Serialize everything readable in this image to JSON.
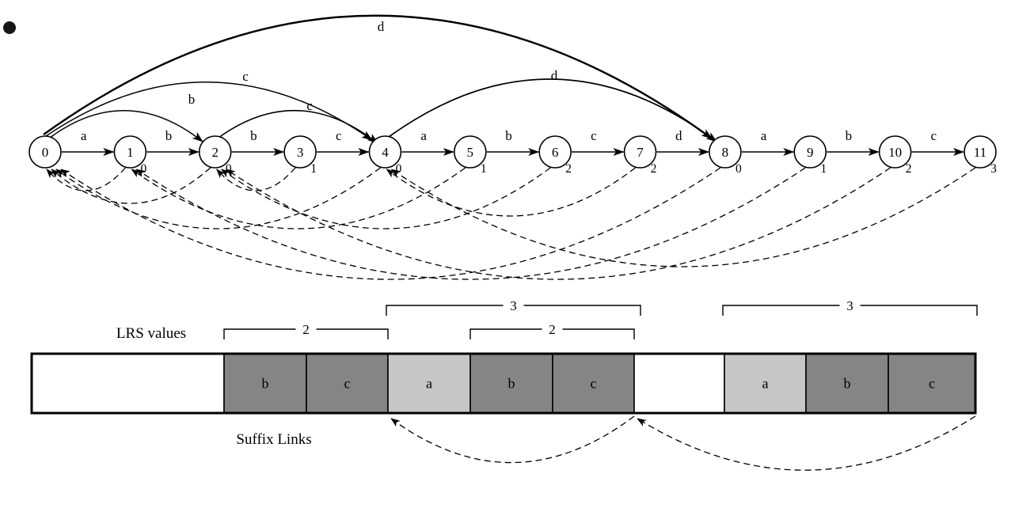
{
  "figure": {
    "type": "factor-oracle-with-suffix-links",
    "colors": {
      "stroke": "#000000",
      "background": "#ffffff",
      "dark_cell": "#858585",
      "light_cell": "#c6c6c6"
    }
  },
  "automaton": {
    "states": [
      "0",
      "1",
      "2",
      "3",
      "4",
      "5",
      "6",
      "7",
      "8",
      "9",
      "10",
      "11"
    ],
    "transitions": [
      "a",
      "b",
      "b",
      "c",
      "a",
      "b",
      "c",
      "d",
      "a",
      "b",
      "c"
    ],
    "lrs_values": [
      "0",
      "0",
      "1",
      "0",
      "1",
      "2",
      "2",
      "0",
      "1",
      "2",
      "3"
    ],
    "external_transitions": [
      {
        "from": 0,
        "to": 2,
        "label": "b"
      },
      {
        "from": 0,
        "to": 4,
        "label": "c"
      },
      {
        "from": 2,
        "to": 4,
        "label": "c"
      },
      {
        "from": 0,
        "to": 8,
        "label": "d"
      },
      {
        "from": 4,
        "to": 8,
        "label": "d"
      }
    ],
    "suffix_links": [
      {
        "from": 1,
        "to": 0
      },
      {
        "from": 2,
        "to": 0
      },
      {
        "from": 3,
        "to": 2
      },
      {
        "from": 4,
        "to": 0
      },
      {
        "from": 5,
        "to": 1
      },
      {
        "from": 6,
        "to": 2
      },
      {
        "from": 7,
        "to": 4
      },
      {
        "from": 8,
        "to": 0
      },
      {
        "from": 9,
        "to": 1
      },
      {
        "from": 10,
        "to": 2
      },
      {
        "from": 11,
        "to": 4
      }
    ]
  },
  "lrs_array": {
    "caption": "LRS values",
    "suffix_links_caption": "Suffix Links",
    "cells": [
      {
        "letter": "",
        "shade": "none"
      },
      {
        "letter": "b",
        "shade": "dark"
      },
      {
        "letter": "c",
        "shade": "dark"
      },
      {
        "letter": "a",
        "shade": "light"
      },
      {
        "letter": "b",
        "shade": "dark"
      },
      {
        "letter": "c",
        "shade": "dark"
      },
      {
        "letter": "",
        "shade": "none"
      },
      {
        "letter": "a",
        "shade": "light"
      },
      {
        "letter": "b",
        "shade": "dark"
      },
      {
        "letter": "c",
        "shade": "dark"
      }
    ],
    "brackets": [
      {
        "label": "2",
        "start": 1,
        "end": 2,
        "level": "low"
      },
      {
        "label": "3",
        "start": 3,
        "end": 5,
        "level": "high"
      },
      {
        "label": "2",
        "start": 4,
        "end": 5,
        "level": "low"
      },
      {
        "label": "3",
        "start": 7,
        "end": 9,
        "level": "high"
      }
    ],
    "links": [
      {
        "from_cell": 5,
        "to_cell": 3
      },
      {
        "from_cell": 9,
        "to_cell": 6
      }
    ]
  }
}
